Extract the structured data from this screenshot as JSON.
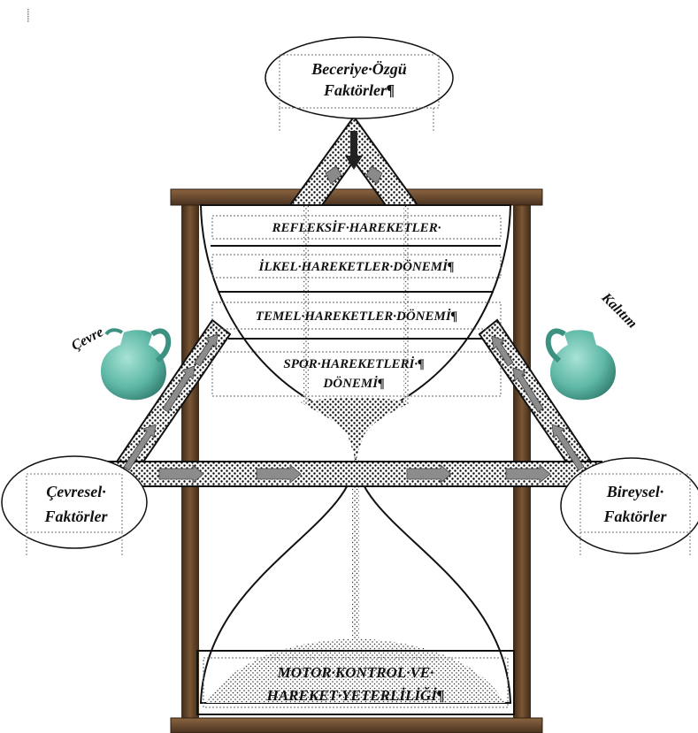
{
  "corner_mark": "⸽",
  "top_factor": {
    "line1": "Beceriye·Özgü",
    "line2": "Faktörler¶"
  },
  "left_factor": {
    "line1": "Çevresel·",
    "line2": "Faktörler"
  },
  "right_factor": {
    "line1": "Bireysel·",
    "line2": "Faktörler"
  },
  "left_tag": "Çevre",
  "right_tag": "Kalıtım",
  "stages": [
    {
      "line1": "REFLEKSİF·HAREKETLER·",
      "line2": ""
    },
    {
      "line1": "İLKEL·HAREKETLER·DÖNEMİ¶",
      "line2": ""
    },
    {
      "line1": "TEMEL·HAREKETLER·DÖNEMİ¶",
      "line2": ""
    },
    {
      "line1": "SPOR·HAREKETLERİ·¶",
      "line2": "DÖNEMİ¶"
    }
  ],
  "outcome": {
    "line1": "MOTOR·KONTROL·VE·",
    "line2": "HAREKET·YETERLİLİĞİ¶"
  },
  "colors": {
    "wood": "#6b4a2e",
    "wood_dark": "#3e2a18",
    "jug": "#5fb8a6",
    "arrow": "#8a8a8a",
    "sand_band": "#ffffff"
  },
  "icons": {
    "jug": "water-jug-icon",
    "arrow": "flow-arrow-icon"
  }
}
